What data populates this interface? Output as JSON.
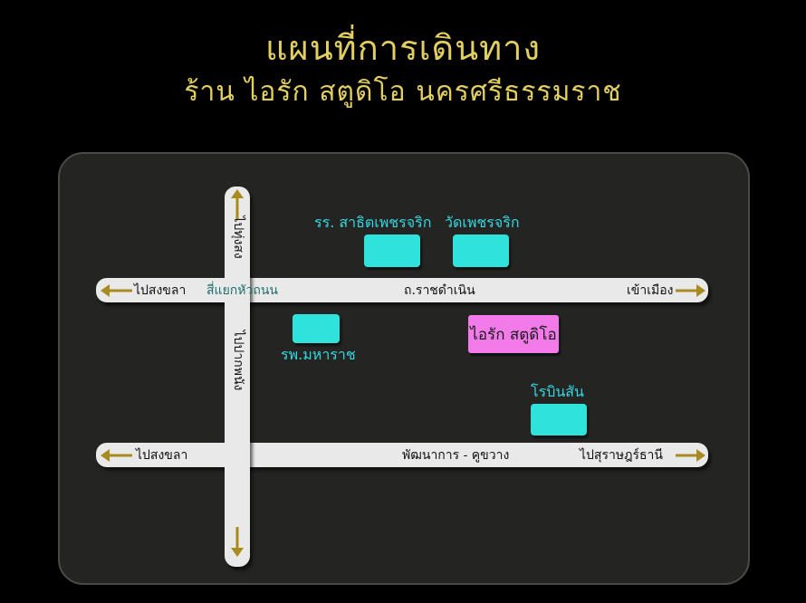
{
  "title": "แผนที่การเดินทาง",
  "subtitle": "ร้าน ไอรัก สตูดิโอ นครศรีธรรมราช",
  "colors": {
    "background": "#000000",
    "title": "#e3cf5f",
    "panel": "#242422",
    "road": "#e9e9e9",
    "arrow": "#a88a1e",
    "landmark": "#2fe3dc",
    "landmark_text": "#35d7e0",
    "shop": "#f27ae9"
  },
  "roads": {
    "upper": {
      "name": "ถ.ราชดำเนิน",
      "left_dest": "ไปสงขลา",
      "right_dest": "เข้าเมือง",
      "junction": "สี่แยกหัวถนน"
    },
    "lower": {
      "name": "พัฒนาการ - คูขวาง",
      "left_dest": "ไปสงขลา",
      "right_dest": "ไปสุราษฎร์ธานี"
    },
    "vertical": {
      "top_dest": "ไปทุ่งสง",
      "middle_dest": "ไปปากพนัง"
    }
  },
  "landmarks": {
    "school": "รร. สาธิตเพชรจริก",
    "temple": "วัดเพชรจริก",
    "hospital": "รพ.มหาราช",
    "robinson": "โรบินสัน"
  },
  "shop": {
    "name": "ไอรัก สตูดิโอ"
  }
}
